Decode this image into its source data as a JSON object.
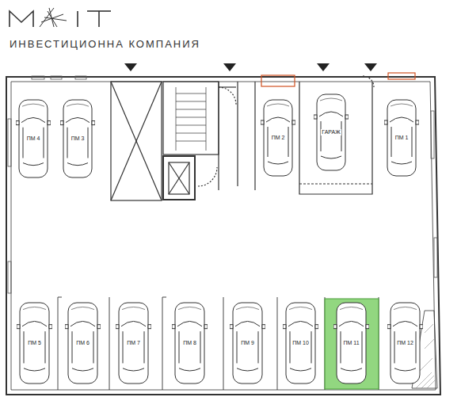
{
  "diagram": {
    "nodes": [
      {
        "text": [
          "ПМ 4"
        ]
      },
      {
        "text": [
          "ПМ 3"
        ]
      },
      {
        "text": [
          "ПМ 2"
        ]
      },
      {
        "text": [
          "ГАРАЖ"
        ]
      },
      {
        "text": [
          "ПМ 1"
        ]
      },
      {
        "text": [
          "ПМ 5"
        ]
      },
      {
        "text": [
          "ПМ 6"
        ]
      },
      {
        "text": [
          "ПМ 7"
        ]
      },
      {
        "text": [
          "ПМ 8"
        ]
      },
      {
        "text": [
          "ПМ 9"
        ]
      },
      {
        "text": [
          "ПМ 10"
        ]
      },
      {
        "text": [
          "ПМ 11"
        ]
      },
      {
        "text": [
          "ПМ 12"
        ]
      }
    ],
    "edges": [],
    "labels": [
      "ИНВЕСТИЦИОННА КОМПАНИЯ"
    ]
  }
}
